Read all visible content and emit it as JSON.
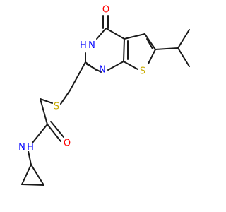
{
  "molecule": {
    "atoms": {
      "o_top": {
        "text": "O",
        "color": "#ff0000"
      },
      "nh_ring": {
        "text": "H\nN",
        "color": "#0000ff"
      },
      "n_ring": {
        "text": "N",
        "color": "#0000ff"
      },
      "s_thio": {
        "text": "S",
        "color": "#c8aa00"
      },
      "s_link": {
        "text": "S",
        "color": "#c8aa00"
      },
      "o_amide": {
        "text": "O",
        "color": "#ff0000"
      },
      "nh_amide": {
        "text": "H\nN",
        "color": "#0000ff"
      }
    },
    "bond_color": "#1a1a1a",
    "background": "#ffffff"
  }
}
